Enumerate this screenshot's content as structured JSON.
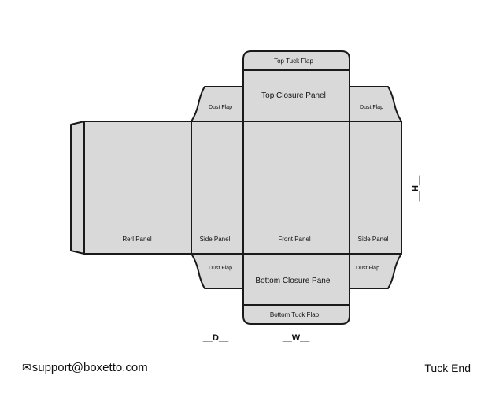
{
  "panels": {
    "top_tuck_flap": "Top Tuck Flap",
    "top_closure_panel": "Top Closure Panel",
    "dust_flap_top_left": "Dust Flap",
    "dust_flap_top_right": "Dust Flap",
    "rear_panel": "Rerl Panel",
    "side_panel_left": "Side Panel",
    "front_panel": "Front Panel",
    "side_panel_right": "Side Panel",
    "dust_flap_bottom_left": "Dust Flap",
    "dust_flap_bottom_right": "Dust Flap",
    "bottom_closure_panel": "Bottom Closure Panel",
    "bottom_tuck_flap": "Bottom Tuck Flap"
  },
  "dimensions": {
    "depth": "__D__",
    "width": "__W__",
    "height": "__H__"
  },
  "footer": {
    "support_icon": "✉",
    "support_email": "support@boxetto.com",
    "box_style": "Tuck End"
  }
}
